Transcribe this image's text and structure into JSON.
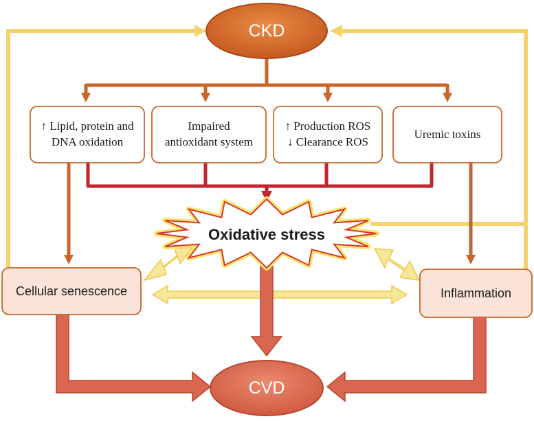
{
  "nodes": {
    "ckd": "CKD",
    "cvd": "CVD",
    "oxidative_stress": "Oxidative stress",
    "lipid_line1": "↑ Lipid, protein and",
    "lipid_line2": "DNA oxidation",
    "antioxidant_line1": "Impaired",
    "antioxidant_line2": "antioxidant system",
    "ros_line1": "↑ Production ROS",
    "ros_line2": "↓ Clearance ROS",
    "uremic": "Uremic toxins",
    "senescence": "Cellular senescence",
    "inflammation": "Inflammation"
  },
  "colors": {
    "oval_fill": "#d9682a",
    "oval_stroke": "#a9471a",
    "cvd_fill": "#e07055",
    "cvd_stroke": "#b8462f",
    "arrow_orange": "#c8662a",
    "arrow_red": "#c0272d",
    "arrow_yellow": "#f5d36a",
    "arrow_yellow_light": "#f7e79a",
    "arrow_salmon": "#d9674f",
    "box_stroke": "#c8662a",
    "side_box_fill": "#fae3d8",
    "star_stroke": "#d7372a",
    "star_glow": "#fbe46a"
  }
}
